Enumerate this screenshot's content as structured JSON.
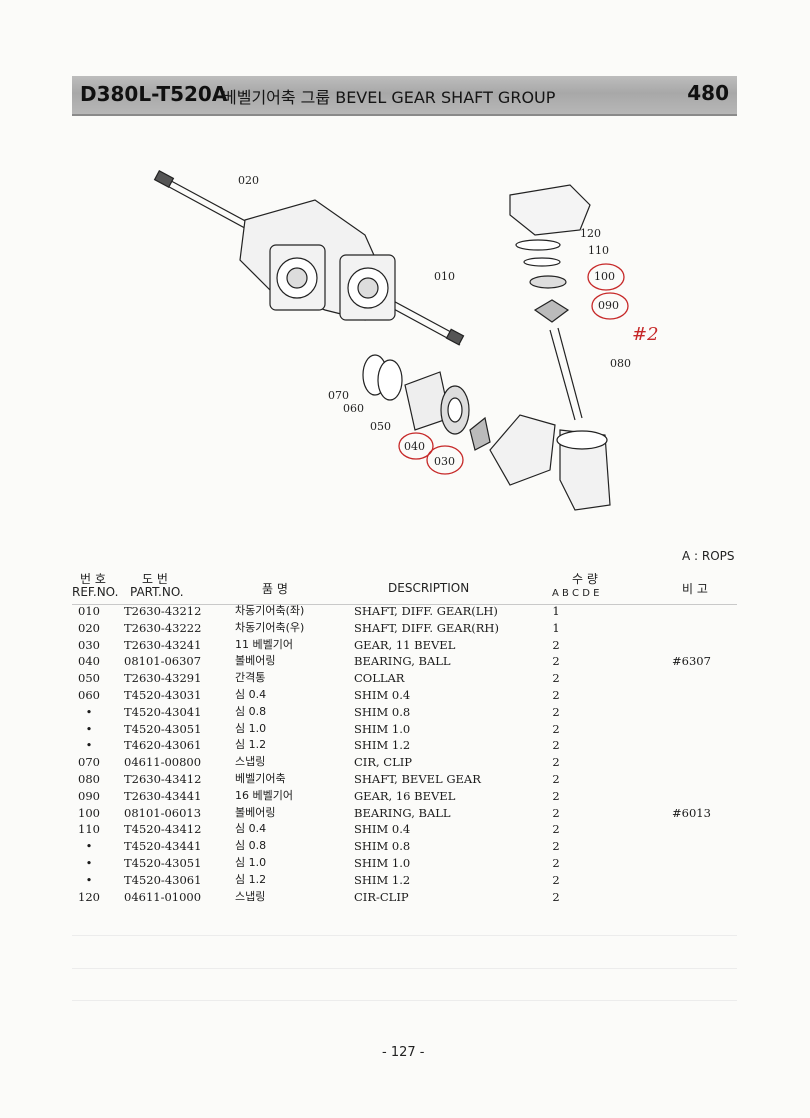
{
  "header": {
    "model": "D380L-T520A",
    "title": "베벨기어축 그룹  BEVEL GEAR SHAFT GROUP",
    "page_code": "480"
  },
  "diagram": {
    "callouts": [
      "020",
      "010",
      "120",
      "110",
      "100",
      "090",
      "080",
      "070",
      "060",
      "050",
      "040",
      "030"
    ],
    "handwritten_note": "#2"
  },
  "note": "A : ROPS",
  "table": {
    "headers": {
      "ref_kor": "번 호",
      "part_kor": "도 번",
      "ref": "REF.NO.",
      "part": "PART.NO.",
      "name_kor": "품 명",
      "description": "DESCRIPTION",
      "qty_kor": "수 량",
      "qty_cols": "A B C D E",
      "remarks_kor": "비 고"
    },
    "rows": [
      {
        "ref": "010",
        "part": "T2630-43212",
        "kor": "차동기어축(좌)",
        "desc": "SHAFT, DIFF. GEAR(LH)",
        "qty": "1",
        "rem": ""
      },
      {
        "ref": "020",
        "part": "T2630-43222",
        "kor": "차동기어축(우)",
        "desc": "SHAFT, DIFF. GEAR(RH)",
        "qty": "1",
        "rem": ""
      },
      {
        "ref": "030",
        "part": "T2630-43241",
        "kor": "11 베벨기어",
        "desc": "GEAR, 11 BEVEL",
        "qty": "2",
        "rem": ""
      },
      {
        "ref": "040",
        "part": "08101-06307",
        "kor": "볼베어링",
        "desc": "BEARING, BALL",
        "qty": "2",
        "rem": "#6307"
      },
      {
        "ref": "050",
        "part": "T2630-43291",
        "kor": "간격통",
        "desc": "COLLAR",
        "qty": "2",
        "rem": ""
      },
      {
        "ref": "060",
        "part": "T4520-43031",
        "kor": "심 0.4",
        "desc": "SHIM 0.4",
        "qty": "2",
        "rem": ""
      },
      {
        "ref": "•",
        "part": "T4520-43041",
        "kor": "심 0.8",
        "desc": "SHIM 0.8",
        "qty": "2",
        "rem": ""
      },
      {
        "ref": "•",
        "part": "T4520-43051",
        "kor": "심 1.0",
        "desc": "SHIM 1.0",
        "qty": "2",
        "rem": ""
      },
      {
        "ref": "•",
        "part": "T4620-43061",
        "kor": "심 1.2",
        "desc": "SHIM 1.2",
        "qty": "2",
        "rem": ""
      },
      {
        "ref": "070",
        "part": "04611-00800",
        "kor": "스냅링",
        "desc": "CIR, CLIP",
        "qty": "2",
        "rem": ""
      },
      {
        "ref": "080",
        "part": "T2630-43412",
        "kor": "베벨기어축",
        "desc": "SHAFT, BEVEL GEAR",
        "qty": "2",
        "rem": ""
      },
      {
        "ref": "090",
        "part": "T2630-43441",
        "kor": "16 베벨기어",
        "desc": "GEAR, 16 BEVEL",
        "qty": "2",
        "rem": ""
      },
      {
        "ref": "100",
        "part": "08101-06013",
        "kor": "볼베어링",
        "desc": "BEARING, BALL",
        "qty": "2",
        "rem": "#6013"
      },
      {
        "ref": "110",
        "part": "T4520-43412",
        "kor": "심 0.4",
        "desc": "SHIM 0.4",
        "qty": "2",
        "rem": ""
      },
      {
        "ref": "•",
        "part": "T4520-43441",
        "kor": "심 0.8",
        "desc": "SHIM 0.8",
        "qty": "2",
        "rem": ""
      },
      {
        "ref": "•",
        "part": "T4520-43051",
        "kor": "심 1.0",
        "desc": "SHIM 1.0",
        "qty": "2",
        "rem": ""
      },
      {
        "ref": "•",
        "part": "T4520-43061",
        "kor": "심 1.2",
        "desc": "SHIM 1.2",
        "qty": "2",
        "rem": ""
      },
      {
        "ref": "120",
        "part": "04611-01000",
        "kor": "스냅링",
        "desc": "CIR-CLIP",
        "qty": "2",
        "rem": ""
      }
    ]
  },
  "footer": {
    "page": "- 127 -"
  }
}
